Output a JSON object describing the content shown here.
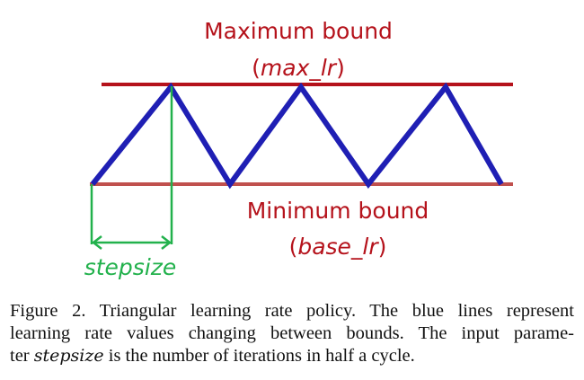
{
  "diagram": {
    "max_label": "Maximum bound",
    "max_var_open": "(",
    "max_var": "max_lr",
    "max_var_close": ")",
    "min_label": "Minimum bound",
    "min_var_open": "(",
    "min_var": "base_lr",
    "min_var_close": ")",
    "stepsize_label": "stepsize",
    "colors": {
      "max_line": "#b5121b",
      "min_line": "#c0504d",
      "triangle": "#1f1fb4",
      "stepsize": "#22b14c"
    }
  },
  "caption": {
    "line1": "Figure 2. Triangular learning rate policy. The blue lines represent",
    "line2": "learning rate values changing between bounds. The input parame-",
    "line3_prefix": "ter ",
    "line3_var": "stepsize",
    "line3_suffix": " is the number of iterations in half a cycle."
  }
}
